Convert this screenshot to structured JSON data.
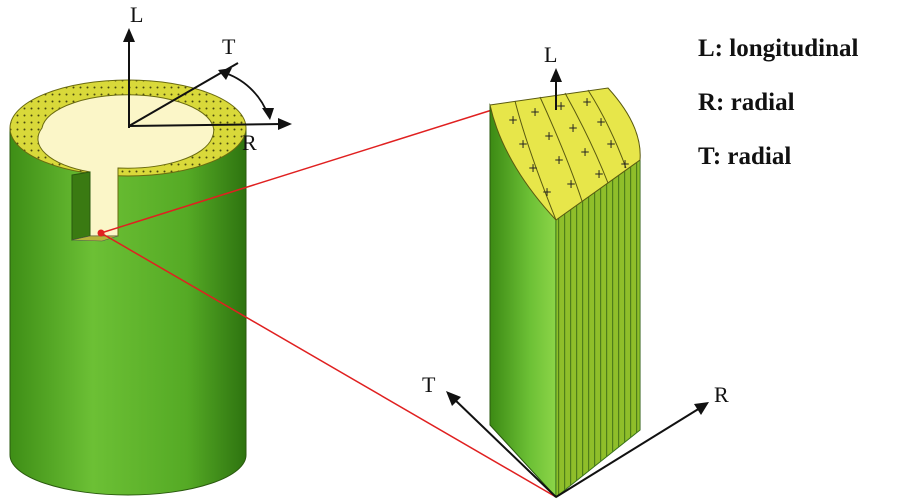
{
  "axes": {
    "left_L": "L",
    "left_T": "T",
    "left_R": "R",
    "right_L": "L",
    "right_T": "T",
    "right_R": "R"
  },
  "legend": [
    "L: longitudinal",
    "R: radial",
    "T: radial"
  ],
  "colors": {
    "green_dark": "#2f7a12",
    "green_mid": "#5fb52a",
    "green_light": "#8fd64a",
    "yellow": "#e7e64a",
    "cream": "#fbf6c8",
    "red_line": "#e02020"
  }
}
